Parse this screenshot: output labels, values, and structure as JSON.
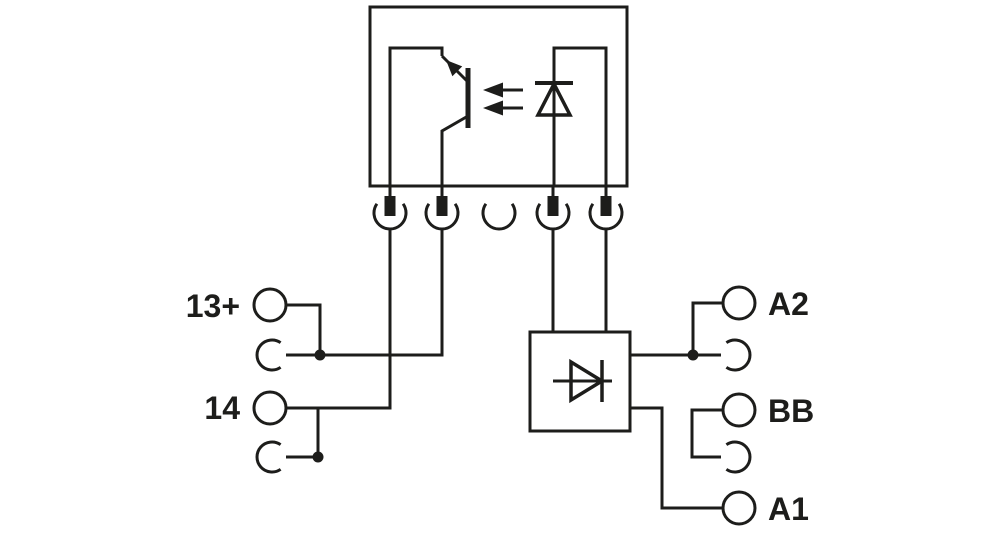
{
  "colors": {
    "line": "#1d1d1b",
    "background": "#ffffff"
  },
  "terminals": {
    "left": [
      {
        "id": "13plus",
        "label": "13+"
      },
      {
        "id": "14",
        "label": "14"
      }
    ],
    "right": [
      {
        "id": "A2",
        "label": "A2"
      },
      {
        "id": "BB",
        "label": "BB"
      },
      {
        "id": "A1",
        "label": "A1"
      }
    ]
  },
  "icons": {
    "optocoupler": "optocoupler-symbol",
    "phototransistor": "phototransistor-symbol",
    "led": "led-diode-symbol",
    "light_arrows": "light-emission-arrows",
    "diode_module": "diode-symbol",
    "plug_pin": "plug-pin-symbol",
    "socket": "socket-arc-symbol"
  }
}
